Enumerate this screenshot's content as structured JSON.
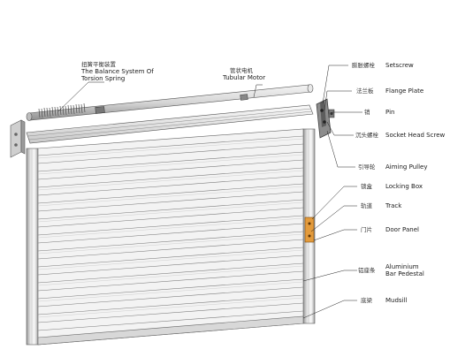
{
  "labels": {
    "torsion_cn": "扭簧平衡装置",
    "torsion_en_1": "The Balance System Of",
    "torsion_en_2": "Torsion Spring",
    "motor_cn": "管状电机",
    "motor_en": "Tubular Motor",
    "setscrew_cn": "膨胀螺栓",
    "setscrew_en": "Setscrew",
    "flange_cn": "法兰板",
    "flange_en": "Flange Plate",
    "pin_cn": "销",
    "pin_en": "Pin",
    "socket_cn": "沉头螺栓",
    "socket_en": "Socket Head Screw",
    "aiming_cn": "引导轮",
    "aiming_en": "Aiming Pulley",
    "lockbox_cn": "锁盒",
    "lockbox_en": "Locking Box",
    "track_cn": "轨道",
    "track_en": "Track",
    "panel_cn": "门片",
    "panel_en": "Door Panel",
    "alu_cn": "铝座条",
    "alu_en_1": "Aluminium",
    "alu_en_2": "Bar Pedestal",
    "mudsill_cn": "底梁",
    "mudsill_en": "Mudsill"
  }
}
